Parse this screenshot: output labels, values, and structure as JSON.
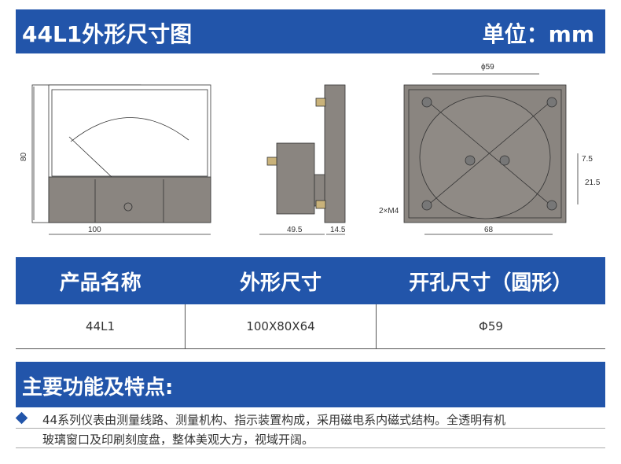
{
  "header": {
    "title": "44L1外形尺寸图",
    "unit": "单位：mm"
  },
  "drawing": {
    "front_width": "100",
    "front_height": "80",
    "side_depth": "49.5",
    "side_flange": "14.5",
    "rear_diameter": "ϕ59",
    "rear_hole_spacing": "68",
    "rear_v1": "7.5",
    "rear_v2": "21.5",
    "rear_screw": "2×M4"
  },
  "table": {
    "headers": [
      "产品名称",
      "外形尺寸",
      "开孔尺寸（圆形）"
    ],
    "row": [
      "44L1",
      "100X80X64",
      "Φ59"
    ]
  },
  "features": {
    "title": "主要功能及特点:",
    "lines": [
      "44系列仪表由测量线路、测量机构、指示装置构成，采用磁电系内磁式结构。全透明有机",
      "玻璃窗口及印刷刻度盘，整体美观大方，视域开阔。"
    ]
  },
  "colors": {
    "accent": "#2255aa",
    "body": "#8a8580"
  }
}
